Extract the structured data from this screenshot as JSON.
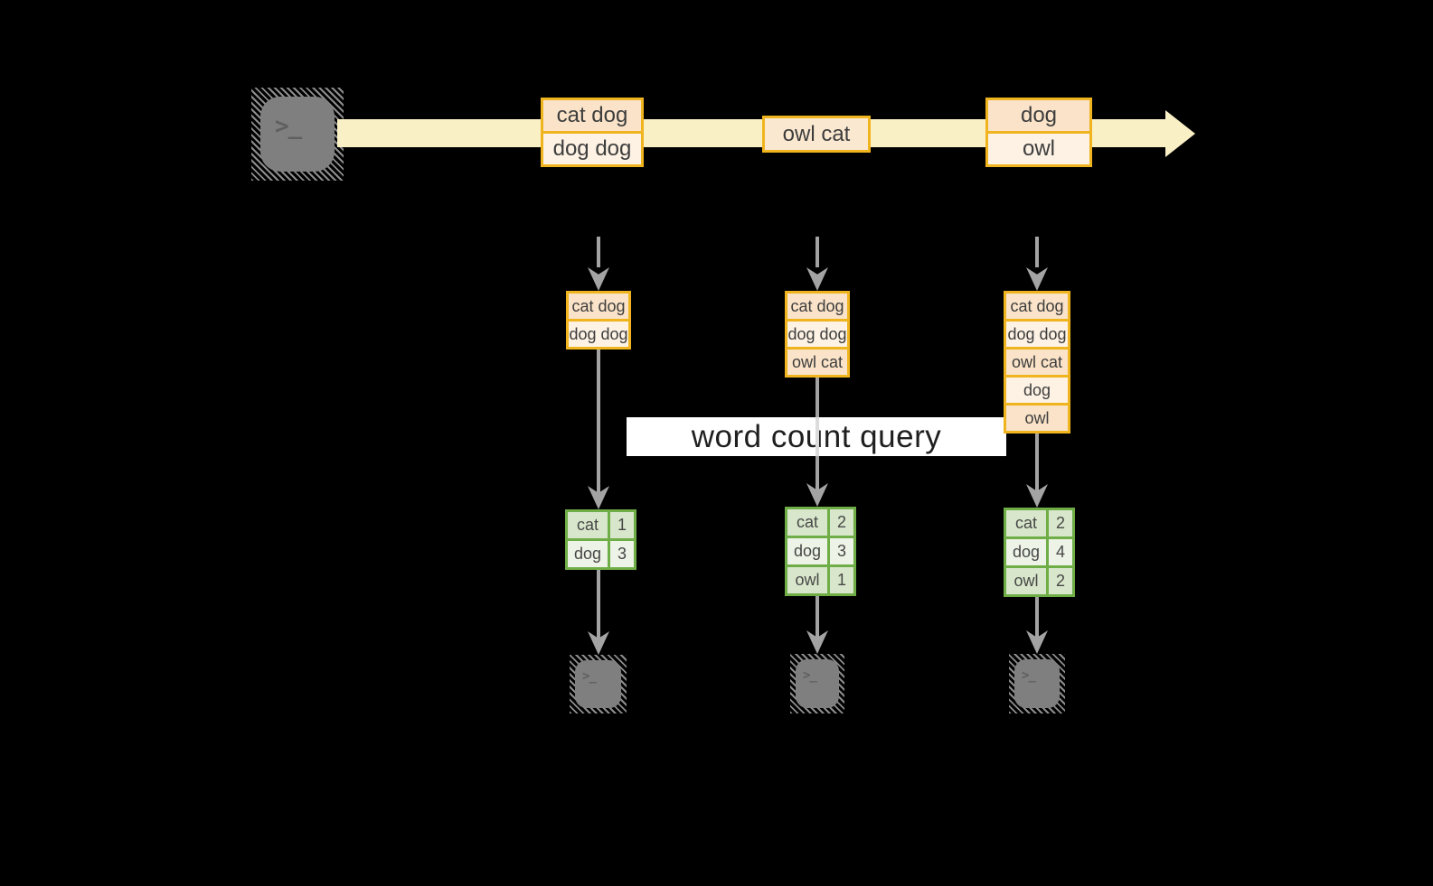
{
  "title": "word count over a stream diagram",
  "banner": {
    "label": "word count query"
  },
  "stream": {
    "events": [
      {
        "rows": [
          "cat dog",
          "dog dog"
        ]
      },
      {
        "rows": [
          "owl cat"
        ]
      },
      {
        "rows": [
          "dog",
          "owl"
        ]
      }
    ]
  },
  "columns": [
    {
      "stack": [
        "cat dog",
        "dog dog"
      ],
      "counts": [
        {
          "word": "cat",
          "count": 1
        },
        {
          "word": "dog",
          "count": 3
        }
      ]
    },
    {
      "stack": [
        "cat dog",
        "dog dog",
        "owl cat"
      ],
      "counts": [
        {
          "word": "cat",
          "count": 2
        },
        {
          "word": "dog",
          "count": 3
        },
        {
          "word": "owl",
          "count": 1
        }
      ]
    },
    {
      "stack": [
        "cat dog",
        "dog dog",
        "owl cat",
        "dog",
        "owl"
      ],
      "counts": [
        {
          "word": "cat",
          "count": 2
        },
        {
          "word": "dog",
          "count": 4
        },
        {
          "word": "owl",
          "count": 2
        }
      ]
    }
  ],
  "icons": {
    "source": "terminal-icon",
    "outputs": [
      "terminal-icon",
      "terminal-icon",
      "terminal-icon"
    ],
    "prompt_glyph": ">_"
  },
  "colors": {
    "background": "#000000",
    "stream_arrow": "#faf0c6",
    "box_border_gold": "#f0b41e",
    "box_fill_peach": "#fae3c8",
    "box_fill_cream": "#fdf2e4",
    "table_border_green": "#6fad47",
    "table_fill_dark": "#d8e7cb",
    "table_fill_light": "#edf3e6",
    "arrow_gray": "#a3a3a3",
    "terminal_gray": "#7f7f7f",
    "banner_bg": "#ffffff",
    "text": "#3d3d3d"
  }
}
